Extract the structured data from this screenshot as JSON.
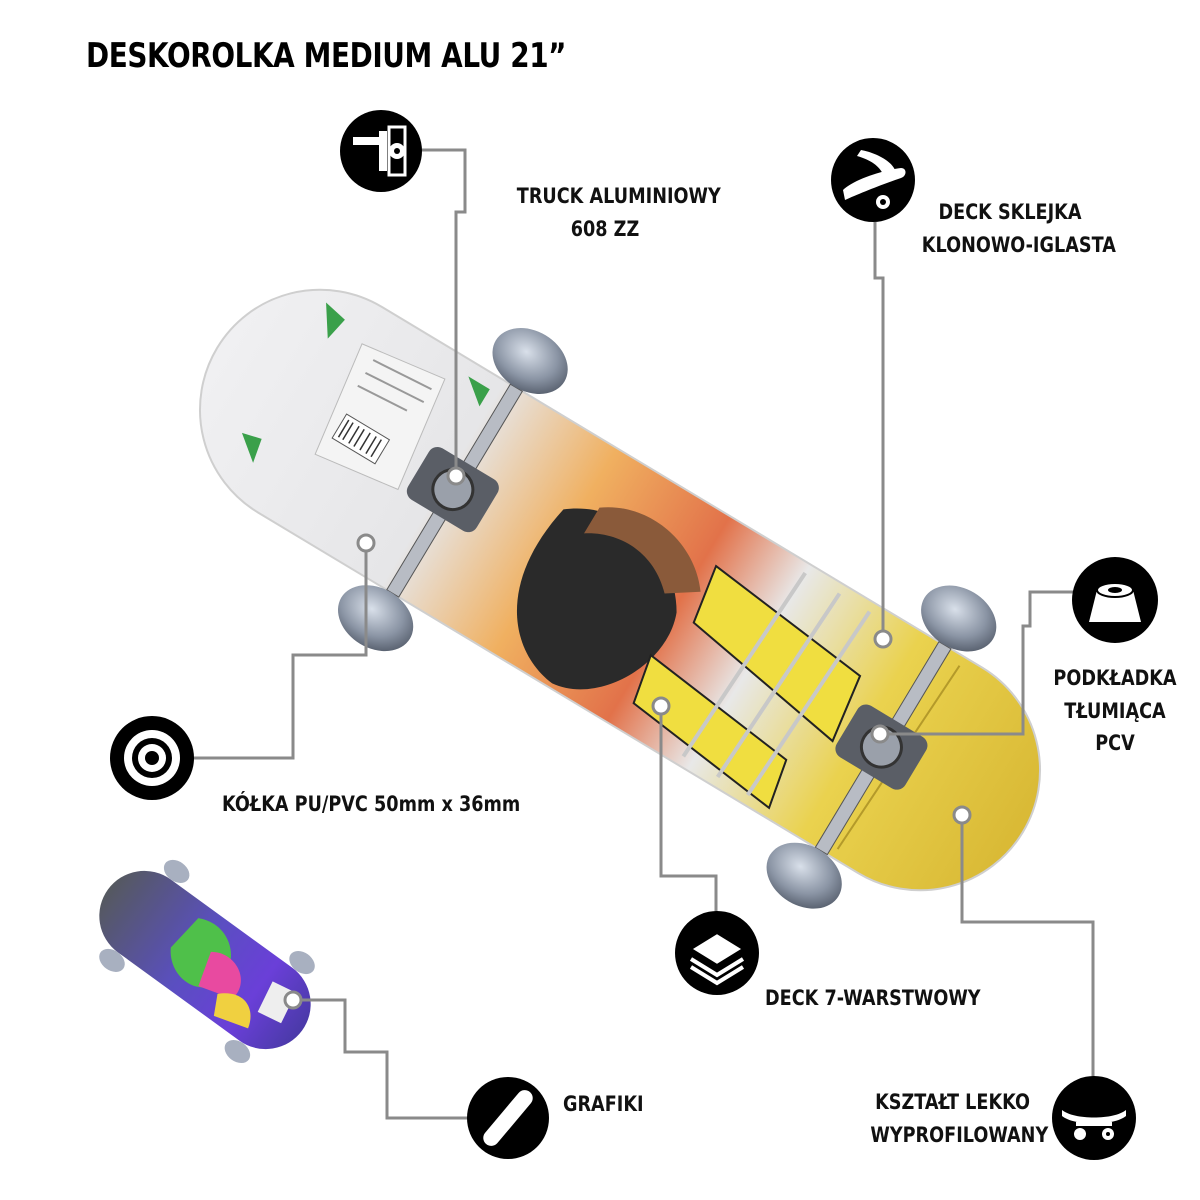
{
  "title": "DESKOROLKA MEDIUM ALU 21”",
  "features": {
    "truck": {
      "icon": "truck-icon",
      "lines": [
        "TRUCK ALUMINIOWY",
        "608 ZZ"
      ]
    },
    "deck_material": {
      "icon": "deck-roll-icon",
      "lines": [
        "DECK SKLEJKA",
        "KLONOWO-IGLASTA"
      ]
    },
    "bushing": {
      "icon": "bushing-icon",
      "lines": [
        "PODKŁADKA",
        "TŁUMIĄCA",
        "PCV"
      ]
    },
    "wheels": {
      "icon": "wheel-icon",
      "lines": [
        "KÓŁKA PU/PVC 50mm x 36mm"
      ]
    },
    "layers": {
      "icon": "layers-icon",
      "lines": [
        "DECK 7-WARSTWOWY"
      ]
    },
    "graphics": {
      "icon": "skateboard-icon",
      "lines": [
        "GRAFIKI"
      ]
    },
    "shape": {
      "icon": "concave-deck-icon",
      "lines": [
        "KSZTAŁT LEKKO",
        "WYPROFILOWANY"
      ]
    }
  },
  "colors": {
    "line": "#8a8a8a",
    "icon_bg": "#000000",
    "deck_white": "#e8e8ea",
    "deck_orange": "#e88b4a",
    "deck_yellow": "#e8c93a",
    "secondary_purple": "#6a4fd8"
  }
}
